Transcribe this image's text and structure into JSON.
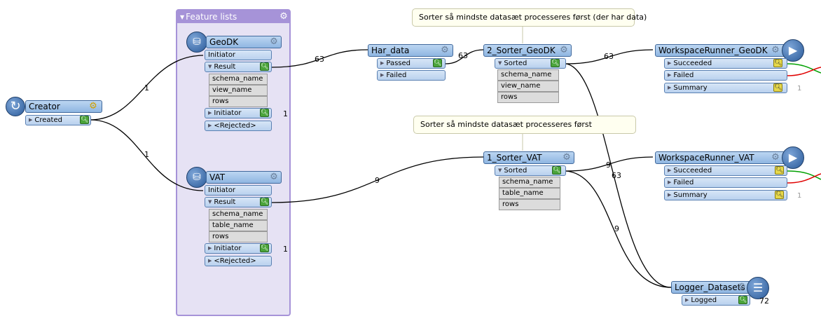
{
  "bookmark": {
    "title": "Feature lists"
  },
  "creator": {
    "title": "Creator",
    "port_created": "Created"
  },
  "geodk": {
    "title": "GeoDK",
    "port_initiator": "Initiator",
    "port_result": "Result",
    "attrs": [
      "schema_name",
      "view_name",
      "rows"
    ],
    "port_initiator_out": "Initiator",
    "port_rejected": "<Rejected>",
    "initiator_count": "1"
  },
  "vat": {
    "title": "VAT",
    "port_initiator": "Initiator",
    "port_result": "Result",
    "attrs": [
      "schema_name",
      "table_name",
      "rows"
    ],
    "port_initiator_out": "Initiator",
    "port_rejected": "<Rejected>",
    "initiator_count": "1"
  },
  "har_data": {
    "title": "Har_data",
    "port_passed": "Passed",
    "port_failed": "Failed"
  },
  "sorter_geodk": {
    "title": "2_Sorter_GeoDK",
    "port_sorted": "Sorted",
    "attrs": [
      "schema_name",
      "view_name",
      "rows"
    ]
  },
  "sorter_vat": {
    "title": "1_Sorter_VAT",
    "port_sorted": "Sorted",
    "attrs": [
      "schema_name",
      "table_name",
      "rows"
    ]
  },
  "wr_geodk": {
    "title": "WorkspaceRunner_GeoDK",
    "port_succeeded": "Succeeded",
    "port_failed": "Failed",
    "port_summary": "Summary",
    "summary_count": "1"
  },
  "wr_vat": {
    "title": "WorkspaceRunner_VAT",
    "port_succeeded": "Succeeded",
    "port_failed": "Failed",
    "port_summary": "Summary",
    "summary_count": "1"
  },
  "logger": {
    "title": "Logger_Datasets",
    "port_logged": "Logged",
    "logged_count": "72"
  },
  "notes": {
    "geodk": "Sorter så mindste datasæt processeres først (der har data)",
    "vat": "Sorter så mindste datasæt processeres først"
  },
  "counts": {
    "creator_geodk": "1",
    "creator_vat": "1",
    "geodk_har": "63",
    "har_sorter": "63",
    "sorter_wr_geodk": "63",
    "sorter_logger_geodk": "63",
    "vat_sorter": "9",
    "sorter_wr_vat": "9",
    "sorter_logger_vat": "9"
  },
  "icons": {
    "gear": "gear-icon",
    "inspect": "magnifier-icon",
    "run": "play-icon",
    "logger": "list-icon",
    "creator": "refresh-icon",
    "reader": "database-icon"
  },
  "colors": {
    "bookmark_border": "#a693d8",
    "bookmark_fill": "#e6e2f4",
    "transformer": "#9dc0e8",
    "connection": "#000000",
    "success_wire": "#00a000",
    "fail_wire": "#e00000"
  }
}
